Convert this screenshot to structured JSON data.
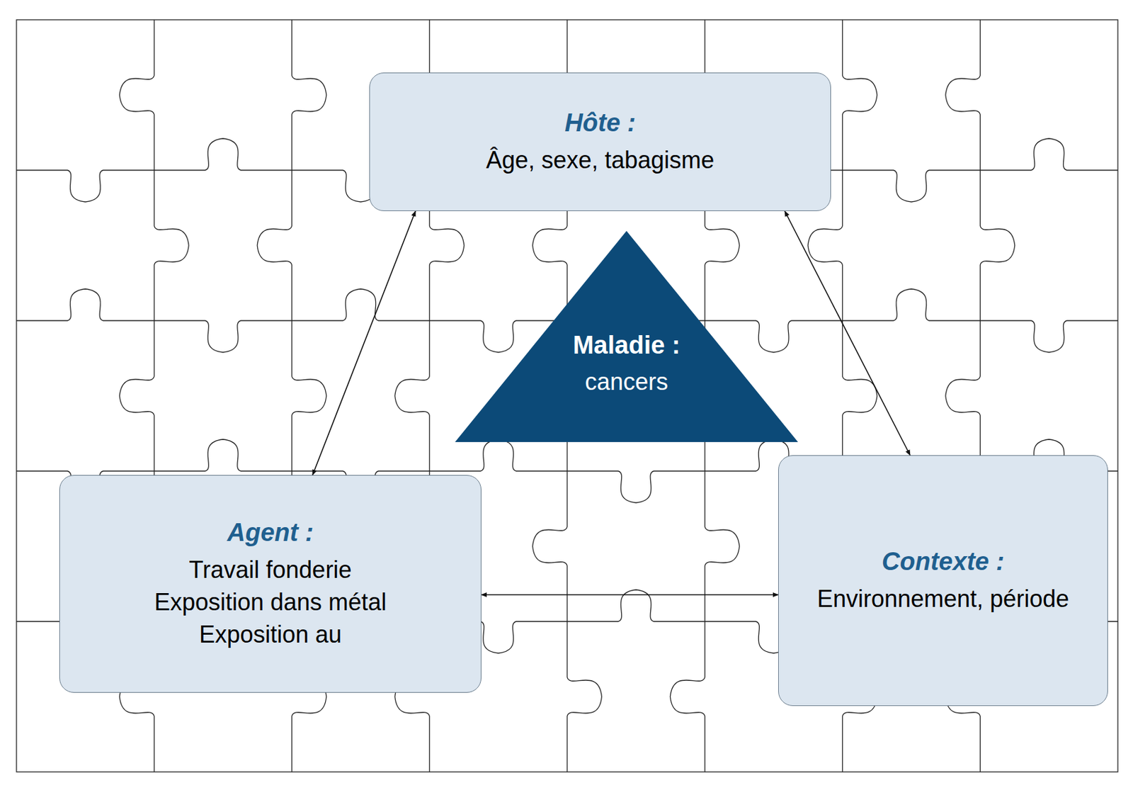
{
  "diagram": {
    "nodes": [
      {
        "text": [
          "Hôte :",
          "Âge, sexe, tabagisme"
        ]
      },
      {
        "text": [
          "Maladie :",
          "cancers"
        ]
      },
      {
        "text": [
          "Agent :",
          "Travail fonderie",
          "Exposition dans métal",
          "Exposition au"
        ]
      },
      {
        "text": [
          "Contexte :",
          "Environnement, période"
        ]
      }
    ],
    "edges": [
      {
        "from": 0,
        "to": 2,
        "arrow": "both"
      },
      {
        "from": 0,
        "to": 3,
        "arrow": "both"
      },
      {
        "from": 2,
        "to": 3,
        "arrow": "both"
      }
    ]
  }
}
